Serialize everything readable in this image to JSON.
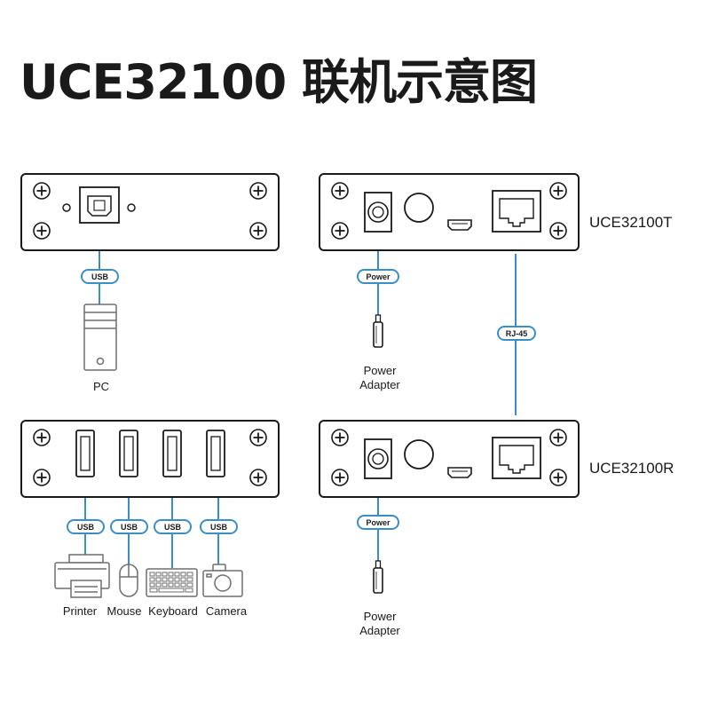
{
  "title": "UCE32100 联机示意图",
  "units": {
    "transmitter": "UCE32100T",
    "receiver": "UCE32100R"
  },
  "cable_labels": {
    "usb": "USB",
    "power": "Power",
    "rj45": "RJ-45"
  },
  "devices": {
    "pc": "PC",
    "power_adapter_line1": "Power",
    "power_adapter_line2": "Adapter",
    "printer": "Printer",
    "mouse": "Mouse",
    "keyboard": "Keyboard",
    "camera": "Camera"
  },
  "colors": {
    "cable": "#3b8fc8",
    "outline": "#1a1a1a",
    "device_gray": "#6e6e6e",
    "background": "#ffffff"
  }
}
